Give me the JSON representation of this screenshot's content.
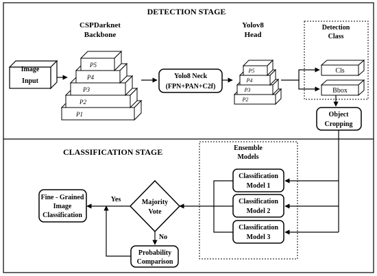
{
  "stages": {
    "detection": "DETECTION STAGE",
    "classification": "CLASSIFICATION STAGE"
  },
  "input": {
    "line1": "Image",
    "line2": "Input"
  },
  "backbone": {
    "title1": "CSPDarknet",
    "title2": "Backbone",
    "levels": [
      "P5",
      "P4",
      "P3",
      "P2",
      "P1"
    ]
  },
  "neck": {
    "line1": "Yolo8 Neck",
    "line2": "(FPN+PAN+C2f)"
  },
  "head": {
    "title1": "Yolov8",
    "title2": "Head",
    "levels": [
      "P5",
      "P4",
      "P3",
      "P2"
    ]
  },
  "detection_class": {
    "title1": "Detection",
    "title2": "Class",
    "cls": "Cls",
    "bbox": "Bbox"
  },
  "object_cropping": {
    "line1": "Object",
    "line2": "Cropping"
  },
  "ensemble": {
    "title1": "Ensemble",
    "title2": "Models",
    "models": [
      {
        "line1": "Classification",
        "line2": "Model 1"
      },
      {
        "line1": "Classification",
        "line2": "Model 2"
      },
      {
        "line1": "Classification",
        "line2": "Model 3"
      }
    ]
  },
  "majority_vote": {
    "line1": "Majority",
    "line2": "Vote"
  },
  "decision": {
    "yes": "Yes",
    "no": "No"
  },
  "fine_grained": {
    "line1": "Fine - Grained",
    "line2": "Image",
    "line3": "Classification"
  },
  "probability": {
    "line1": "Probability",
    "line2": "Comparison"
  }
}
